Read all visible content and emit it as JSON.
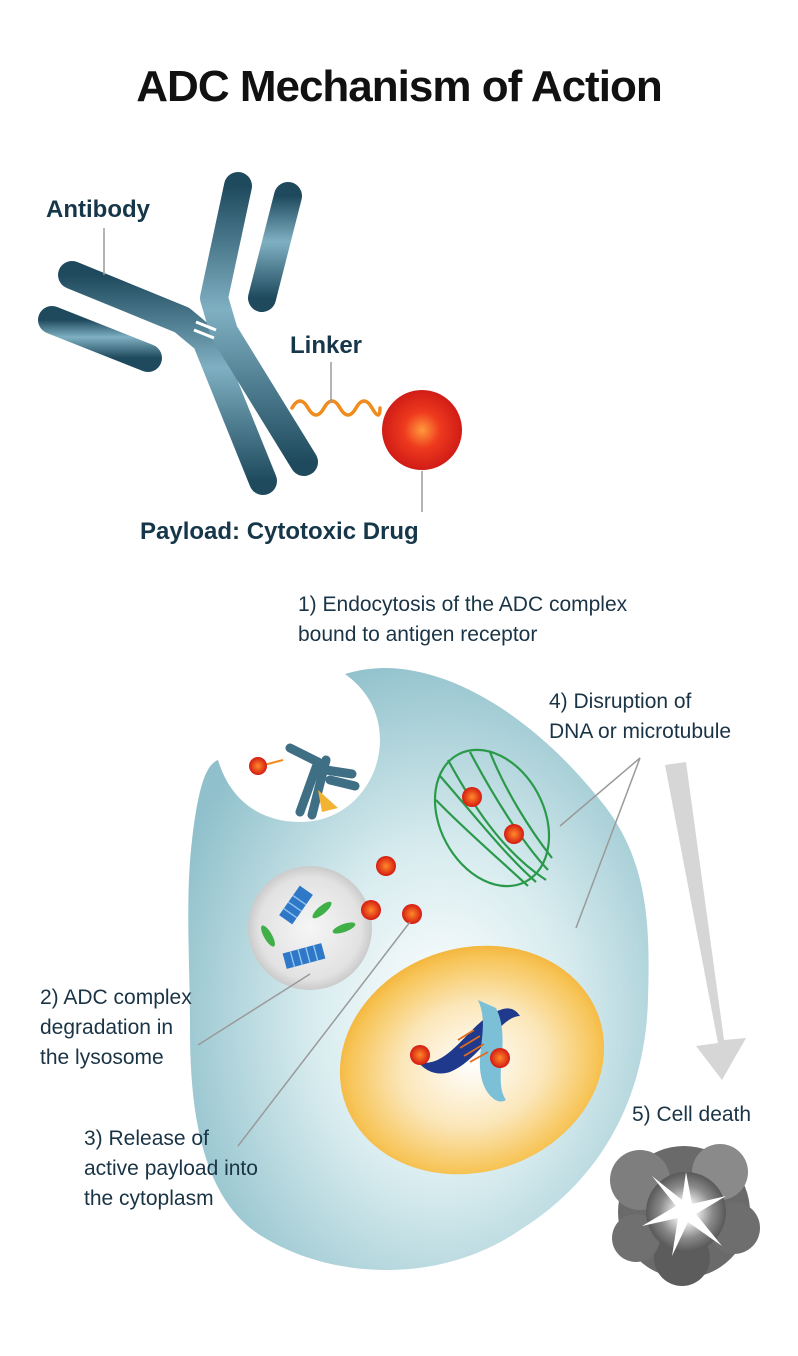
{
  "title": "ADC Mechanism of Action",
  "labels": {
    "antibody": "Antibody",
    "linker": "Linker",
    "payload": "Payload: Cytotoxic Drug"
  },
  "steps": {
    "step1_line1": "1) Endocytosis of the ADC complex",
    "step1_line2": "bound to antigen receptor",
    "step2_line1": "2) ADC complex",
    "step2_line2": "degradation in",
    "step2_line3": "the lysosome",
    "step3_line1": "3) Release of",
    "step3_line2": "active payload into",
    "step3_line3": "the cytoplasm",
    "step4_line1": "4) Disruption of",
    "step4_line2": "DNA or microtubule",
    "step5": "5) Cell death"
  },
  "colors": {
    "antibody": "#3e6f85",
    "drug": "#e8281c",
    "linker": "#f08c1e",
    "cell": "#a9cfd8",
    "nucleus": "#f5b43c",
    "microtubule": "#2a9a4a",
    "lysosome_stack": "#2f78c8",
    "arrow": "#d4d4d4"
  }
}
